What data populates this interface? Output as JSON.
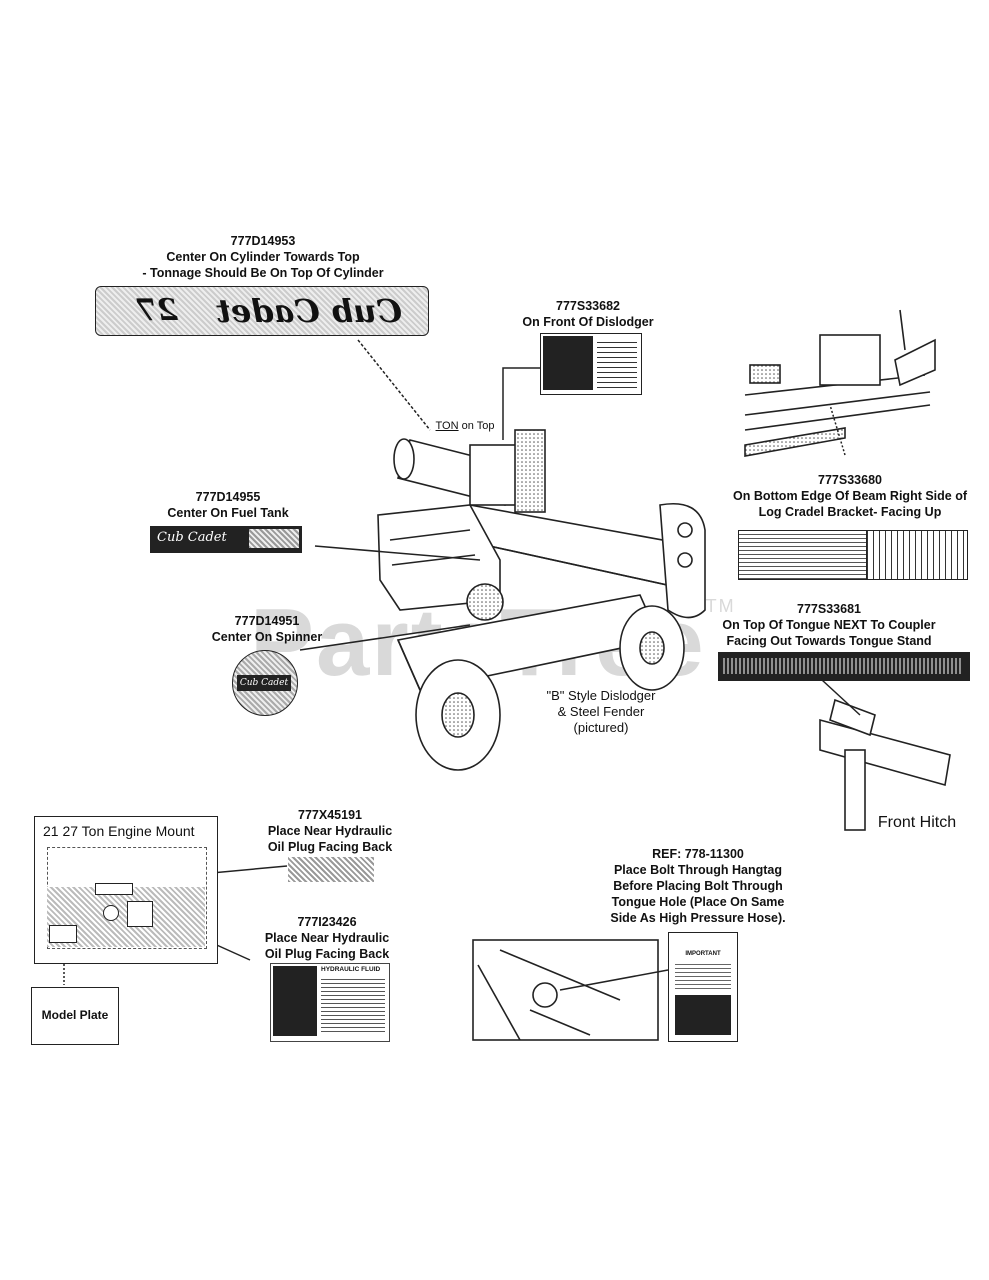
{
  "watermark": {
    "text": "PartsTree",
    "tm": "TM"
  },
  "callouts": {
    "cyl": {
      "part": "777D14953",
      "line1": "Center On Cylinder Towards Top",
      "line2": "- Tonnage Should Be On Top Of Cylinder"
    },
    "disl": {
      "part": "777S33682",
      "line1": "On Front Of Dislodger"
    },
    "fuel": {
      "part": "777D14955",
      "line1": "Center On Fuel Tank"
    },
    "spin": {
      "part": "777D14951",
      "line1": "Center On Spinner"
    },
    "beam": {
      "part": "777S33680",
      "line1": "On Bottom Edge Of Beam Right Side of",
      "line2": "Log Cradel Bracket- Facing Up"
    },
    "tongue": {
      "part": "777S33681",
      "line1": "On Top  Of  Tongue  NEXT  To  Coupler",
      "line2": "Facing Out Towards Tongue Stand"
    },
    "hyd1": {
      "part": "777X45191",
      "line1": "Place Near Hydraulic",
      "line2": "Oil Plug Facing Back"
    },
    "hyd2": {
      "part": "777I23426",
      "line1": "Place Near Hydraulic",
      "line2": "Oil Plug Facing Back"
    },
    "ref": {
      "part": "REF: 778-11300",
      "line1": "Place Bolt Through Hangtag",
      "line2": "Before Placing Bolt Through",
      "line3": "Tongue Hole (Place On Same",
      "line4": "Side As High Pressure Hose)."
    }
  },
  "ton_on_top": {
    "ton": "TON",
    "rest": " on Top"
  },
  "dislodger_note": {
    "line1": "\"B\" Style Dislodger",
    "line2": "& Steel Fender",
    "line3": "(pictured)"
  },
  "front_hitch": "Front Hitch",
  "engine_mount": {
    "title": "21 27 Ton Engine Mount"
  },
  "model_plate": "Model Plate",
  "decal_texts": {
    "cub_cadet": "Cub Cadet",
    "tonnage": "27",
    "hydraulic_fluid": "HYDRAULIC FLUID",
    "important": "IMPORTANT"
  }
}
